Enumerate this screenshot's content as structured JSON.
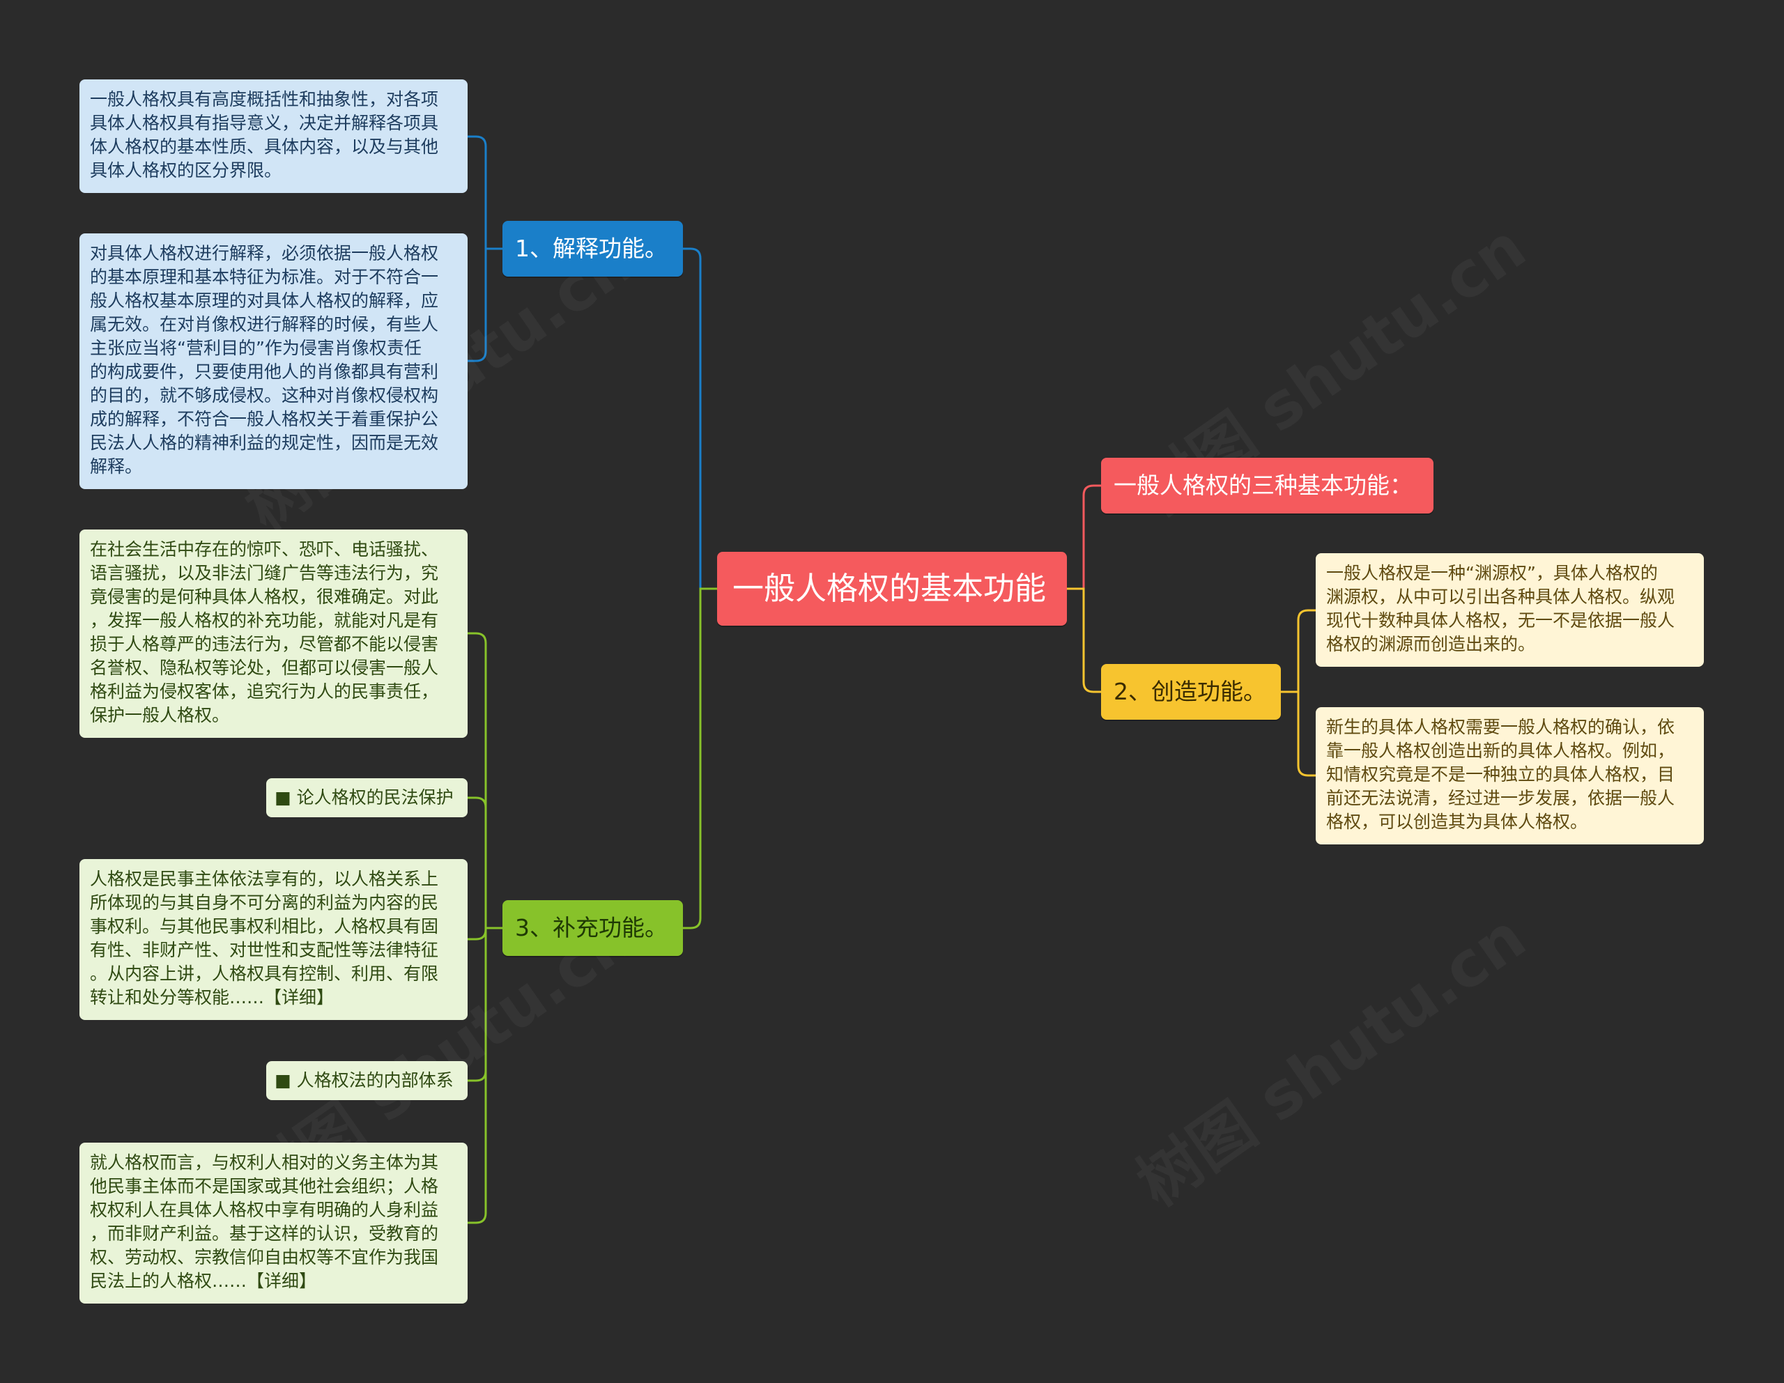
{
  "root": {
    "label": "一般人格权的基本功能"
  },
  "colors": {
    "background": "#2b2b2b",
    "root": "#f55a5d",
    "interpret": "#1a7fc9",
    "supplement": "#87c22a",
    "create": "#f7c42f",
    "intro": "#f55a5d"
  },
  "intro": {
    "label": "一般人格权的三种基本功能："
  },
  "interpret": {
    "label": "1、解释功能。",
    "children": [
      "一般人格权具有高度概括性和抽象性，对各项\n具体人格权具有指导意义，决定并解释各项具\n体人格权的基本性质、具体内容，以及与其他\n具体人格权的区分界限。",
      "对具体人格权进行解释，必须依据一般人格权\n的基本原理和基本特征为标准。对于不符合一\n般人格权基本原理的对具体人格权的解释，应\n属无效。在对肖像权进行解释的时候，有些人\n主张应当将“营利目的”作为侵害肖像权责任\n的构成要件，只要使用他人的肖像都具有营利\n的目的，就不够成侵权。这种对肖像权侵权构\n成的解释，不符合一般人格权关于着重保护公\n民法人人格的精神利益的规定性，因而是无效\n解释。"
    ]
  },
  "supplement": {
    "label": "3、补充功能。",
    "children": [
      "在社会生活中存在的惊吓、恐吓、电话骚扰、\n语言骚扰，以及非法门缝广告等违法行为，究\n竟侵害的是何种具体人格权，很难确定。对此\n，发挥一般人格权的补充功能，就能对凡是有\n损于人格尊严的违法行为，尽管都不能以侵害\n名誉权、隐私权等论处，但都可以侵害一般人\n格利益为侵权客体，追究行为人的民事责任，\n保护一般人格权。",
      "论人格权的民法保护",
      "人格权是民事主体依法享有的，以人格关系上\n所体现的与其自身不可分离的利益为内容的民\n事权利。与其他民事权利相比，人格权具有固\n有性、非财产性、对世性和支配性等法律特征\n。从内容上讲，人格权具有控制、利用、有限\n转让和处分等权能……【详细】",
      "人格权法的内部体系",
      "就人格权而言，与权利人相对的义务主体为其\n他民事主体而不是国家或其他社会组织；人格\n权权利人在具体人格权中享有明确的人身利益\n，而非财产利益。基于这样的认识，受教育的\n权、劳动权、宗教信仰自由权等不宜作为我国\n民法上的人格权……【详细】"
    ]
  },
  "create": {
    "label": "2、创造功能。",
    "children": [
      "一般人格权是一种“渊源权”，具体人格权的\n渊源权，从中可以引出各种具体人格权。纵观\n现代十数种具体人格权，无一不是依据一般人\n格权的渊源而创造出来的。",
      "新生的具体人格权需要一般人格权的确认，依\n靠一般人格权创造出新的具体人格权。例如，\n知情权究竟是不是一种独立的具体人格权，目\n前还无法说清，经过进一步发展，依据一般人\n格权，可以创造其为具体人格权。"
    ]
  },
  "watermark": "树图 shutu.cn"
}
